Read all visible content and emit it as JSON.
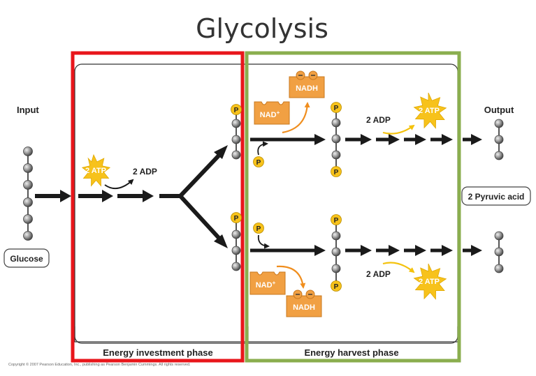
{
  "title": "Glycolysis",
  "labels": {
    "input": "Input",
    "output": "Output",
    "glucose": "Glucose",
    "pyruvic_acid": "2 Pyruvic acid",
    "investment_phase": "Energy investment phase",
    "harvest_phase": "Energy harvest phase",
    "copyright": "Copyright © 2007 Pearson Education, Inc., publishing as Pearson Benjamin Cummings. All rights reserved."
  },
  "molecules": {
    "atp": "2 ATP",
    "adp": "2 ADP",
    "nad_plus": "NAD",
    "nad_sup": "+",
    "nadh": "NADH",
    "phosphate": "P"
  },
  "colors": {
    "investment_box": "#e8161b",
    "harvest_box": "#8aae4e",
    "arrow": "#1a1a1a",
    "atp_star": "#f7c21b",
    "curve_arrow_orange": "#f08e1e",
    "curve_arrow_yellow": "#f4c20d",
    "nad_box": "#f1a043",
    "phosphate_circle": "#f7c21b",
    "carbon_bead": "#9a9a9a"
  },
  "icons": {
    "carbon": "gray-bead-icon",
    "phosphate": "yellow-p-circle-icon",
    "energy": "yellow-starburst-icon"
  }
}
